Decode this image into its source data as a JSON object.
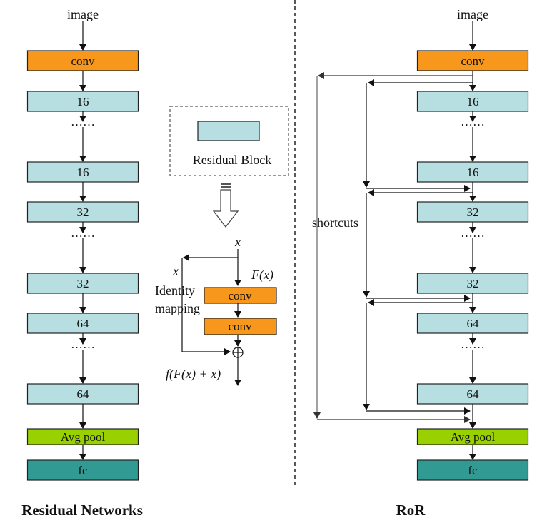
{
  "colors": {
    "conv": "#F7981D",
    "residual_block": "#B7DEE1",
    "avg_pool": "#99D100",
    "fc": "#319B93",
    "stroke": "#222222",
    "shortcut_gray": "#666666"
  },
  "left": {
    "title": "Residual Networks",
    "input_label": "image",
    "layers": [
      {
        "label": "conv",
        "kind": "conv"
      },
      {
        "label": "16",
        "kind": "residual_block"
      },
      {
        "label": "……",
        "kind": "ellipsis"
      },
      {
        "label": "16",
        "kind": "residual_block"
      },
      {
        "label": "32",
        "kind": "residual_block"
      },
      {
        "label": "……",
        "kind": "ellipsis"
      },
      {
        "label": "32",
        "kind": "residual_block"
      },
      {
        "label": "64",
        "kind": "residual_block"
      },
      {
        "label": "……",
        "kind": "ellipsis"
      },
      {
        "label": "64",
        "kind": "residual_block"
      },
      {
        "label": "Avg pool",
        "kind": "avg_pool"
      },
      {
        "label": "fc",
        "kind": "fc"
      }
    ]
  },
  "middle": {
    "legend_label": "Residual Block",
    "x_top": "x",
    "x_side": "x",
    "identity_line1": "Identity",
    "identity_line2": "mapping",
    "fx_label": "F(x)",
    "conv1": "conv",
    "conv2": "conv",
    "sum_symbol": "⊕",
    "output_label": "f(F(x) + x)"
  },
  "right": {
    "title": "RoR",
    "input_label": "image",
    "shortcuts_label": "shortcuts",
    "layers": [
      {
        "label": "conv",
        "kind": "conv"
      },
      {
        "label": "16",
        "kind": "residual_block"
      },
      {
        "label": "……",
        "kind": "ellipsis"
      },
      {
        "label": "16",
        "kind": "residual_block"
      },
      {
        "label": "32",
        "kind": "residual_block"
      },
      {
        "label": "……",
        "kind": "ellipsis"
      },
      {
        "label": "32",
        "kind": "residual_block"
      },
      {
        "label": "64",
        "kind": "residual_block"
      },
      {
        "label": "……",
        "kind": "ellipsis"
      },
      {
        "label": "64",
        "kind": "residual_block"
      },
      {
        "label": "Avg pool",
        "kind": "avg_pool"
      },
      {
        "label": "fc",
        "kind": "fc"
      }
    ]
  }
}
